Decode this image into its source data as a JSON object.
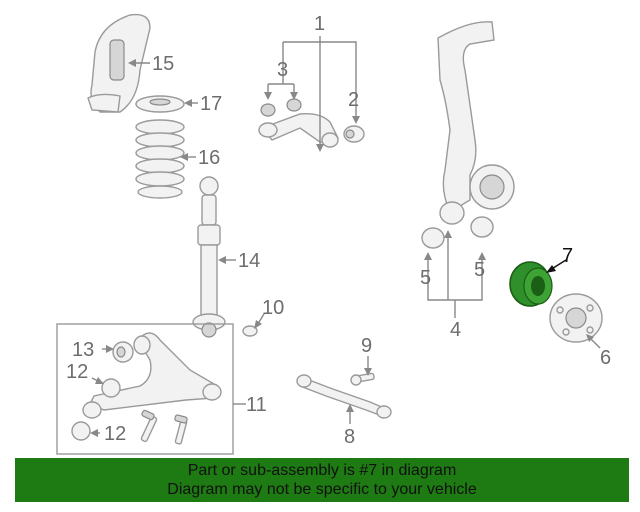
{
  "callouts": {
    "c1": "1",
    "c2": "2",
    "c3": "3",
    "c4": "4",
    "c5a": "5",
    "c5b": "5",
    "c6": "6",
    "c7": "7",
    "c8": "8",
    "c9": "9",
    "c10": "10",
    "c11": "11",
    "c12a": "12",
    "c12b": "12",
    "c13": "13",
    "c14": "14",
    "c15": "15",
    "c16": "16",
    "c17": "17"
  },
  "highlight": {
    "part": "7",
    "color": "#2f8f2a"
  },
  "banner": {
    "line1": "Part or sub-assembly is #7 in diagram",
    "line2": "Diagram may not be specific to your vehicle",
    "color": "#1e7a12"
  }
}
